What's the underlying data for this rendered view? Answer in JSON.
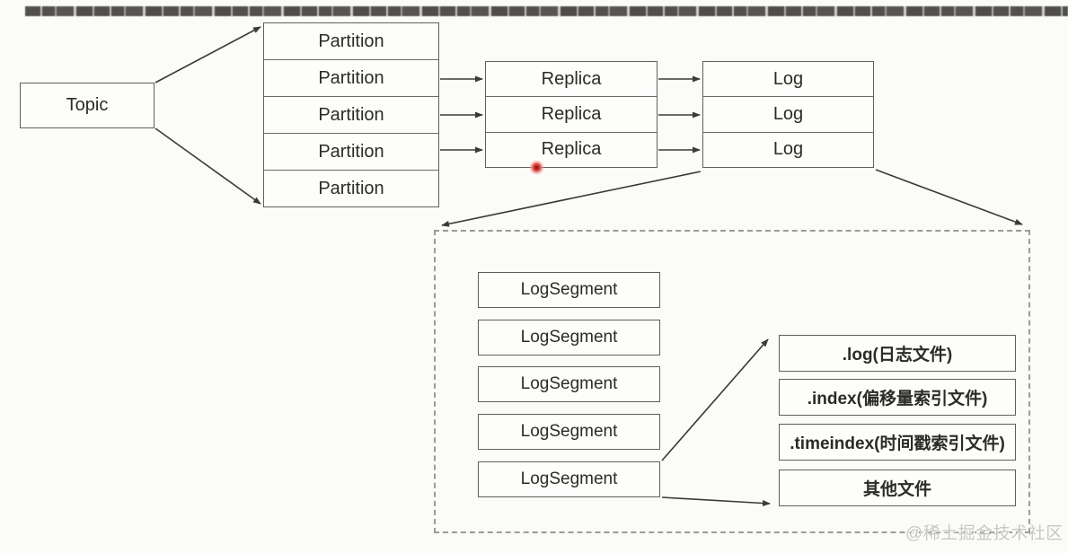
{
  "diagram": {
    "topic": "Topic",
    "partitions": [
      "Partition",
      "Partition",
      "Partition",
      "Partition",
      "Partition"
    ],
    "replicas": [
      "Replica",
      "Replica",
      "Replica"
    ],
    "logs": [
      "Log",
      "Log",
      "Log"
    ],
    "log_segments": [
      "LogSegment",
      "LogSegment",
      "LogSegment",
      "LogSegment",
      "LogSegment"
    ],
    "segment_files": [
      ".log(日志文件)",
      ".index(偏移量索引文件)",
      ".timeindex(时间戳索引文件)",
      "其他文件"
    ],
    "watermark": "@稀土掘金技术社区",
    "colors": {
      "background": "#fbfbf8",
      "box_fill": "#fdfdfb",
      "box_border": "#5f5f5c",
      "text": "#2b2b28",
      "arrow": "#3a3a37",
      "dashed_border": "#9b9b97",
      "red_dot": "#e0413a",
      "watermark": "#c7c6c1"
    }
  }
}
